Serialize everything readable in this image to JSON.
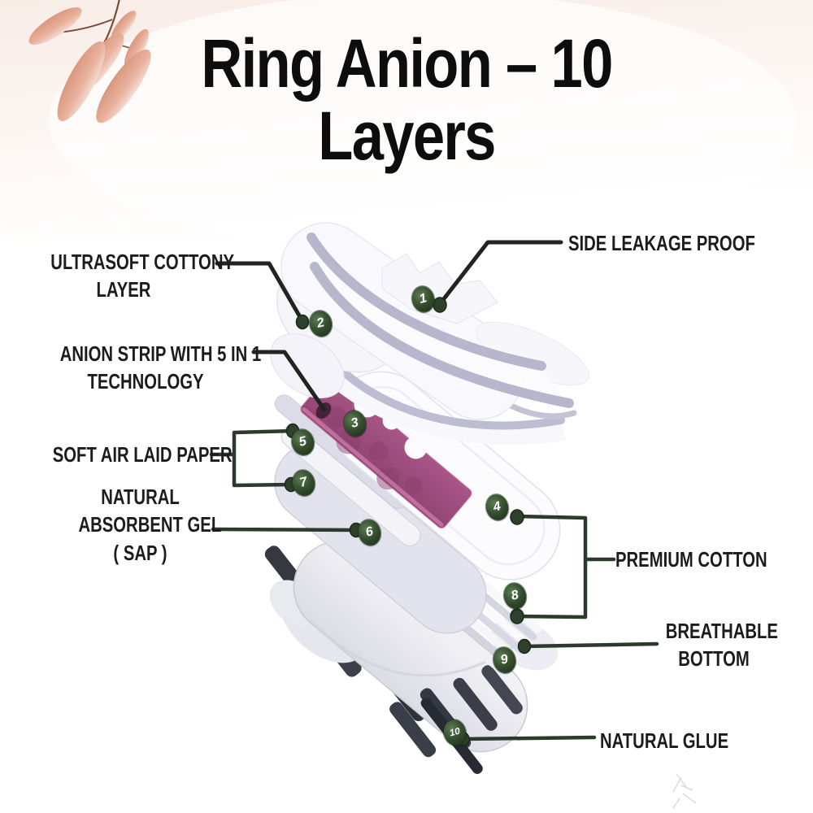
{
  "title": {
    "line1": "Ring Anion – 10",
    "line2": "Layers"
  },
  "labels": {
    "ultrasoft": {
      "lines": [
        "ULTRASOFT COTTONY",
        "LAYER"
      ]
    },
    "anion": {
      "lines": [
        "ANION STRIP WITH 5 IN 1",
        "TECHNOLOGY"
      ]
    },
    "airlaid": {
      "lines": [
        "SOFT AIR LAID PAPER"
      ]
    },
    "sap": {
      "lines": [
        "NATURAL",
        "ABSORBENT GEL",
        "( SAP )"
      ]
    },
    "sideleak": {
      "lines": [
        "SIDE LEAKAGE PROOF"
      ]
    },
    "premium": {
      "lines": [
        "PREMIUM COTTON"
      ]
    },
    "breathable": {
      "lines": [
        "BREATHABLE",
        "BOTTOM"
      ]
    },
    "glue": {
      "lines": [
        "NATURAL GLUE"
      ]
    }
  },
  "markers": [
    "1",
    "2",
    "3",
    "4",
    "5",
    "6",
    "7",
    "8",
    "9",
    "10"
  ],
  "icons": {
    "leaf_decoration": "pink-leaf-branch",
    "corner_doodle": "faint-sketch"
  },
  "colors": {
    "title_text": "#0d0d0d",
    "label_text": "#1c1c1c",
    "connector_black": "#20251f",
    "connector_green": "#2c3a2c",
    "marker_green": "#2e4529",
    "anion_strip": "#9f5080",
    "layer_lavender_edge": "#b6b6cd",
    "layer_white": "#fbfbfd",
    "glue_strip_dark": "#383c46",
    "leaf_salmon": "#e2a28c",
    "background_top": "#faf1ec",
    "background": "#ffffff"
  }
}
